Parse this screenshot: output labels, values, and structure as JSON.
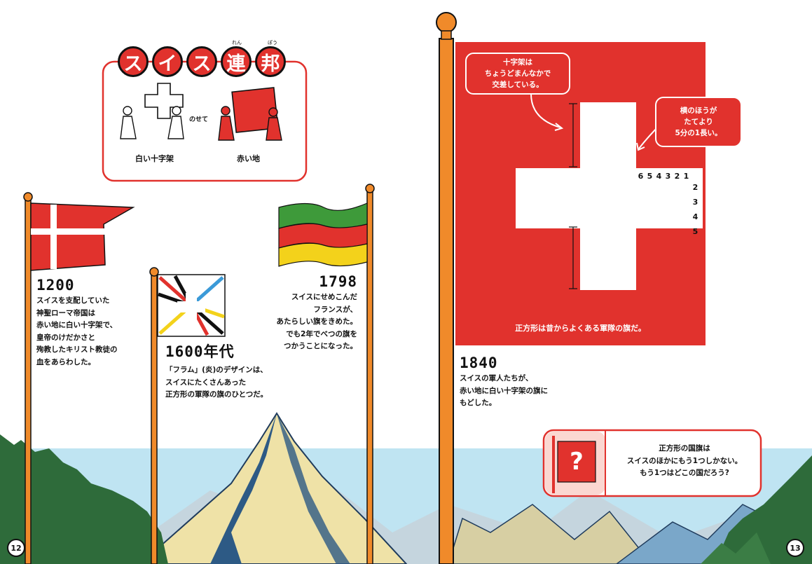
{
  "title": {
    "chars": [
      "ス",
      "イ",
      "ス",
      "連",
      "邦"
    ],
    "ruby_ren": "れん",
    "ruby_pou": "ぽう"
  },
  "legend": {
    "overlay": "のせて",
    "white_cross": "白い十字架",
    "red_ground": "赤い地"
  },
  "f1200": {
    "year": "1200",
    "lines": [
      "スイスを支配していた",
      "神聖ローマ帝国は",
      "赤い地に白い十字架で、",
      "皇帝のけだかさと",
      "殉教したキリスト教徒の",
      "血をあらわした。"
    ]
  },
  "f1600": {
    "year": "1600年代",
    "lines": [
      "「フラム」(炎)のデザインは、",
      "スイスにたくさんあった",
      "正方形の軍隊の旗のひとつだ。"
    ]
  },
  "f1798": {
    "year": "1798",
    "lines": [
      "スイスにせめこんだ",
      "フランスが、",
      "あたらしい旗をきめた。",
      "でも2年でべつの旗を",
      "つかうことになった。"
    ]
  },
  "f1840": {
    "year": "1840",
    "lines": [
      "スイスの軍人たちが、",
      "赤い地に白い十字架の旗に",
      "もどした。"
    ]
  },
  "callout_cross": {
    "lines": [
      "十字架は",
      "ちょうどまんなかで",
      "交差している。"
    ]
  },
  "callout_ratio": {
    "lines": [
      "横のほうが",
      "たてより",
      "5分の1長い。"
    ]
  },
  "ruler_h": [
    "6",
    "5",
    "4",
    "3",
    "2",
    "1"
  ],
  "ruler_v": [
    "2",
    "3",
    "4",
    "5"
  ],
  "flag_caption": "正方形は昔からよくある軍隊の旗だ。",
  "quiz": {
    "mark": "?",
    "lines": [
      "正方形の国旗は",
      "スイスのほかにもう1つしかない。",
      "もう1つはどこの国だろう?"
    ]
  },
  "pages": {
    "left": "12",
    "right": "13"
  },
  "colors": {
    "red": "#e1322d",
    "green": "#3e9a3a",
    "yellow": "#f3d21b",
    "forest": "#2e6b3a",
    "sky": "#bfe4f2",
    "orange": "#f08a2a"
  }
}
